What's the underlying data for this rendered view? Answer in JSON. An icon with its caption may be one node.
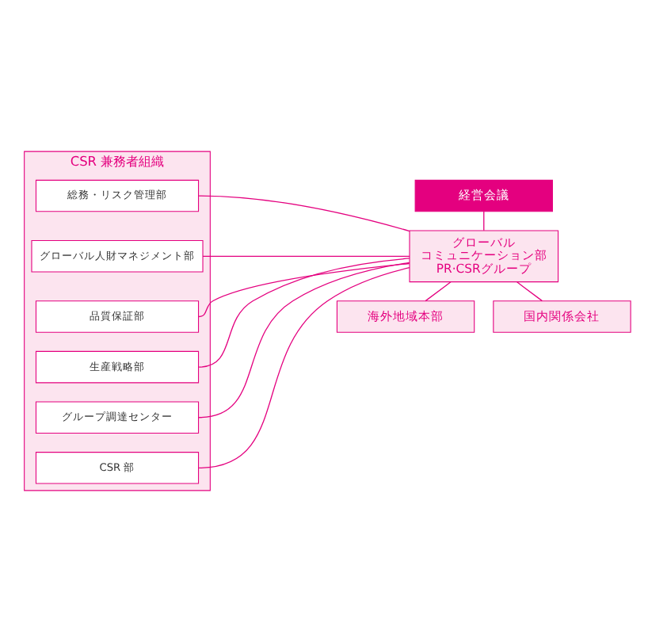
{
  "diagram": {
    "nodes": [
      {
        "text": [
          "経営会議"
        ]
      },
      {
        "text": [
          "CSR 兼務者組織"
        ]
      },
      {
        "text": [
          "総務・リスク管理部"
        ],
        "in": 1
      },
      {
        "text": [
          "グローバル人財マネジメント部"
        ],
        "in": 1
      },
      {
        "text": [
          "品質保証部"
        ],
        "in": 1
      },
      {
        "text": [
          "生産戦略部"
        ],
        "in": 1
      },
      {
        "text": [
          "グループ調達センター"
        ],
        "in": 1
      },
      {
        "text": [
          "CSR 部"
        ],
        "in": 1
      },
      {
        "text": [
          "グローバルコミュニケーション部PR·CSRグループ"
        ]
      },
      {
        "text": [
          "海外地域本部"
        ]
      },
      {
        "text": [
          "国内関係会社"
        ]
      }
    ],
    "edges": [
      {
        "from": 0,
        "to": 8,
        "arrow": "none"
      },
      {
        "from": 8,
        "to": 2,
        "arrow": "none"
      },
      {
        "from": 8,
        "to": 3,
        "arrow": "none"
      },
      {
        "from": 8,
        "to": 4,
        "arrow": "none"
      },
      {
        "from": 8,
        "to": 5,
        "arrow": "none"
      },
      {
        "from": 8,
        "to": 6,
        "arrow": "none"
      },
      {
        "from": 8,
        "to": 7,
        "arrow": "none"
      },
      {
        "from": 8,
        "to": 9,
        "arrow": "none"
      },
      {
        "from": 8,
        "to": 10,
        "arrow": "none"
      }
    ]
  }
}
